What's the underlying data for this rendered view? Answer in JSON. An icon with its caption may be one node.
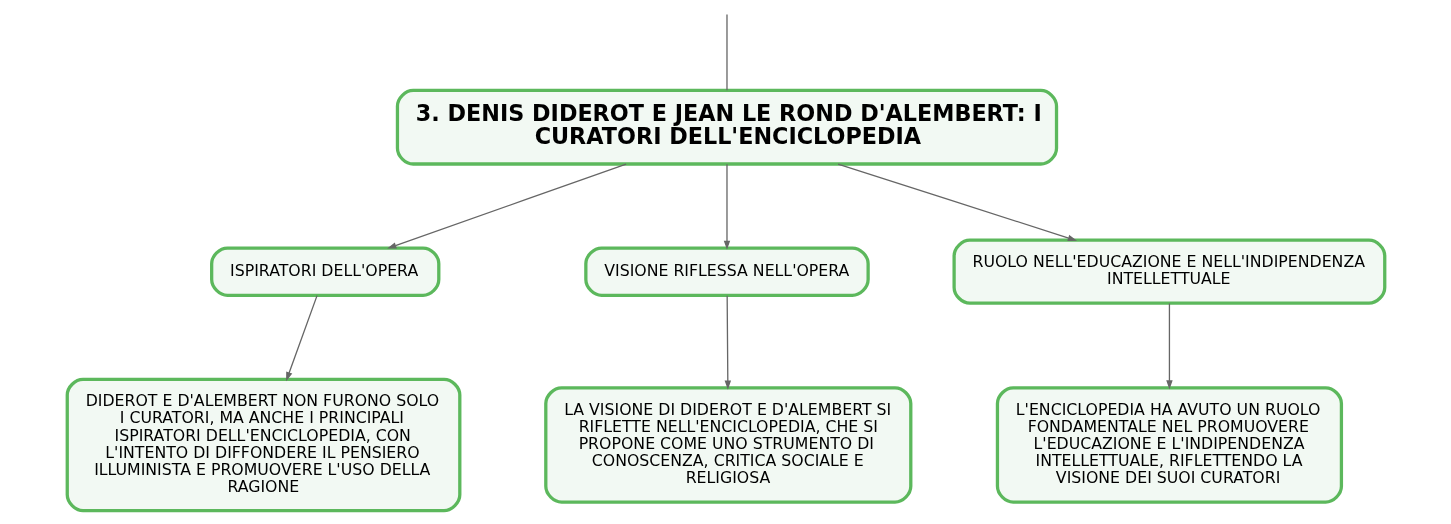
{
  "diagram": {
    "nodes": [
      {
        "text": [
          "3. DENIS DIDEROT E JEAN LE ROND D'ALEMBERT: I CURATORI DELL'ENCICLOPEDIA"
        ]
      },
      {
        "text": [
          "ISPIRATORI DELL'OPERA"
        ]
      },
      {
        "text": [
          "VISIONE RIFLESSA NELL'OPERA"
        ]
      },
      {
        "text": [
          "RUOLO NELL'EDUCAZIONE E NELL'INDIPENDENZA INTELLETTUALE"
        ]
      },
      {
        "text": [
          "DIDEROT E D'ALEMBERT NON FURONO SOLO I CURATORI, MA ANCHE I PRINCIPALI ISPIRATORI DELL'ENCICLOPEDIA, CON L'INTENTO DI DIFFONDERE IL PENSIERO ILLUMINISTA E PROMUOVERE L'USO DELLA RAGIONE"
        ]
      },
      {
        "text": [
          "LA VISIONE DI DIDEROT E D'ALEMBERT SI RIFLETTE NELL'ENCICLOPEDIA, CHE SI PROPONE COME UNO STRUMENTO DI CONOSCENZA, CRITICA SOCIALE E RELIGIOSA"
        ]
      },
      {
        "text": [
          "L'ENCICLOPEDIA HA AVUTO UN RUOLO FONDAMENTALE NEL PROMUOVERE L'EDUCAZIONE E L'INDIPENDENZA INTELLETTUALE, RIFLETTENDO LA VISIONE DEI SUOI CURATORI"
        ]
      }
    ],
    "edges": [
      {
        "from": null,
        "to": 0,
        "arrow": "none"
      },
      {
        "from": 0,
        "to": 1,
        "arrow": "to"
      },
      {
        "from": 0,
        "to": 2,
        "arrow": "to"
      },
      {
        "from": 0,
        "to": 3,
        "arrow": "to"
      },
      {
        "from": 1,
        "to": 4,
        "arrow": "to"
      },
      {
        "from": 2,
        "to": 5,
        "arrow": "to"
      },
      {
        "from": 3,
        "to": 6,
        "arrow": "to"
      }
    ]
  }
}
